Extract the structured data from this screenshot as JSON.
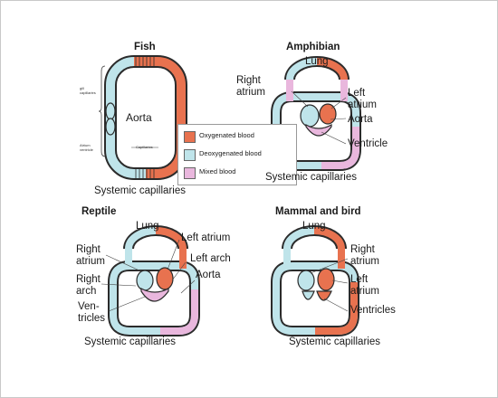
{
  "colors": {
    "oxygenated": "#e8724f",
    "deoxygenated": "#bfe4ea",
    "mixed": "#e9b7dd",
    "outline": "#2b2b2b"
  },
  "fish": {
    "title": "Fish",
    "aorta": "Aorta",
    "capillaries": "Systemic capillaries",
    "gill_label": "gill capillaries",
    "heart_label": "Atrium ventricle",
    "bottom_tiny": "Capillaries"
  },
  "legend": {
    "items": [
      {
        "label": "Oxygenated blood",
        "color": "#e8724f"
      },
      {
        "label": "Deoxygenated blood",
        "color": "#bfe4ea"
      },
      {
        "label": "Mixed blood",
        "color": "#e9b7dd"
      }
    ]
  },
  "amphibian": {
    "title": "Amphibian",
    "lung": "Lung",
    "right_atrium": [
      "Right",
      "atrium"
    ],
    "left_atrium": [
      "Left",
      "atrium"
    ],
    "aorta": "Aorta",
    "ventricle": "Ventricle",
    "capillaries": "Systemic capillaries"
  },
  "reptile": {
    "title": "Reptile",
    "lung": "Lung",
    "left_atrium": "Left atrium",
    "right_atrium": [
      "Right",
      "atrium"
    ],
    "left_arch": "Left arch",
    "right_arch": [
      "Right",
      "arch"
    ],
    "aorta": "Aorta",
    "ventricles": [
      "Ven-",
      "tricles"
    ],
    "capillaries": "Systemic capillaries"
  },
  "mammal": {
    "title": "Mammal and bird",
    "lung": "Lung",
    "right_atrium": [
      "Right",
      "atrium"
    ],
    "left_atrium": [
      "Left",
      "atrium"
    ],
    "ventricles": "Ventricles",
    "capillaries": "Systemic capillaries"
  }
}
